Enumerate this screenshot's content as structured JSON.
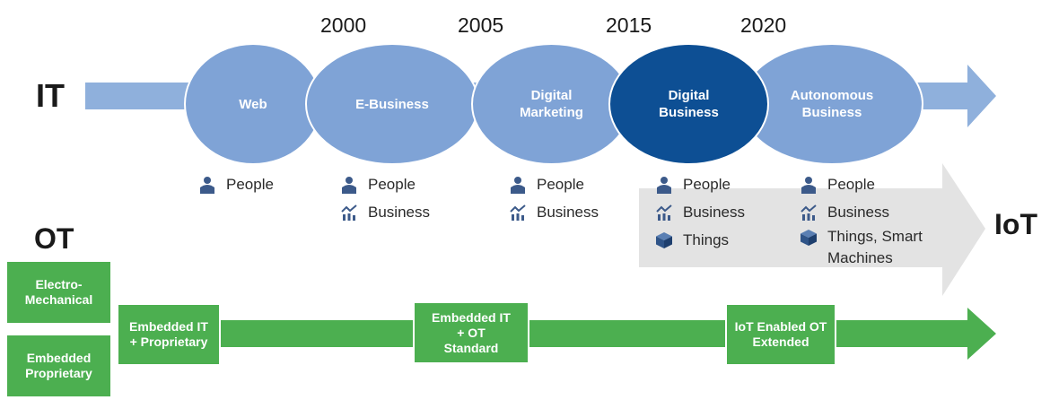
{
  "it_label": "IT",
  "ot_label": "OT",
  "iot_label": "IoT",
  "years": [
    "2000",
    "2005",
    "2015",
    "2020"
  ],
  "eras": [
    {
      "label": "Web"
    },
    {
      "label": "E-Business"
    },
    {
      "label": "Digital Marketing"
    },
    {
      "label": "Digital Business"
    },
    {
      "label": "Autonomous Business"
    }
  ],
  "legends": [
    [
      {
        "icon": "person-icon",
        "text": "People"
      }
    ],
    [
      {
        "icon": "person-icon",
        "text": "People"
      },
      {
        "icon": "business-icon",
        "text": "Business"
      }
    ],
    [
      {
        "icon": "person-icon",
        "text": "People"
      },
      {
        "icon": "business-icon",
        "text": "Business"
      }
    ],
    [
      {
        "icon": "person-icon",
        "text": "People"
      },
      {
        "icon": "business-icon",
        "text": "Business"
      },
      {
        "icon": "cube-icon",
        "text": "Things"
      }
    ],
    [
      {
        "icon": "person-icon",
        "text": "People"
      },
      {
        "icon": "business-icon",
        "text": "Business"
      },
      {
        "icon": "cube-icon",
        "text": "Things, Smart Machines"
      }
    ]
  ],
  "ot_side_boxes": [
    "Electro-Mechanical",
    "Embedded Proprietary"
  ],
  "ot_stages": [
    "Embedded IT + Proprietary",
    "Embedded IT + OT Standard",
    "IoT Enabled OT Extended"
  ],
  "colors": {
    "it_arrow": "#8fb0dc",
    "ellipse": "#7fa3d6",
    "ellipse_highlight": "#0d4f94",
    "ot_green": "#4caf50",
    "iot_arrow": "#e3e3e3"
  }
}
